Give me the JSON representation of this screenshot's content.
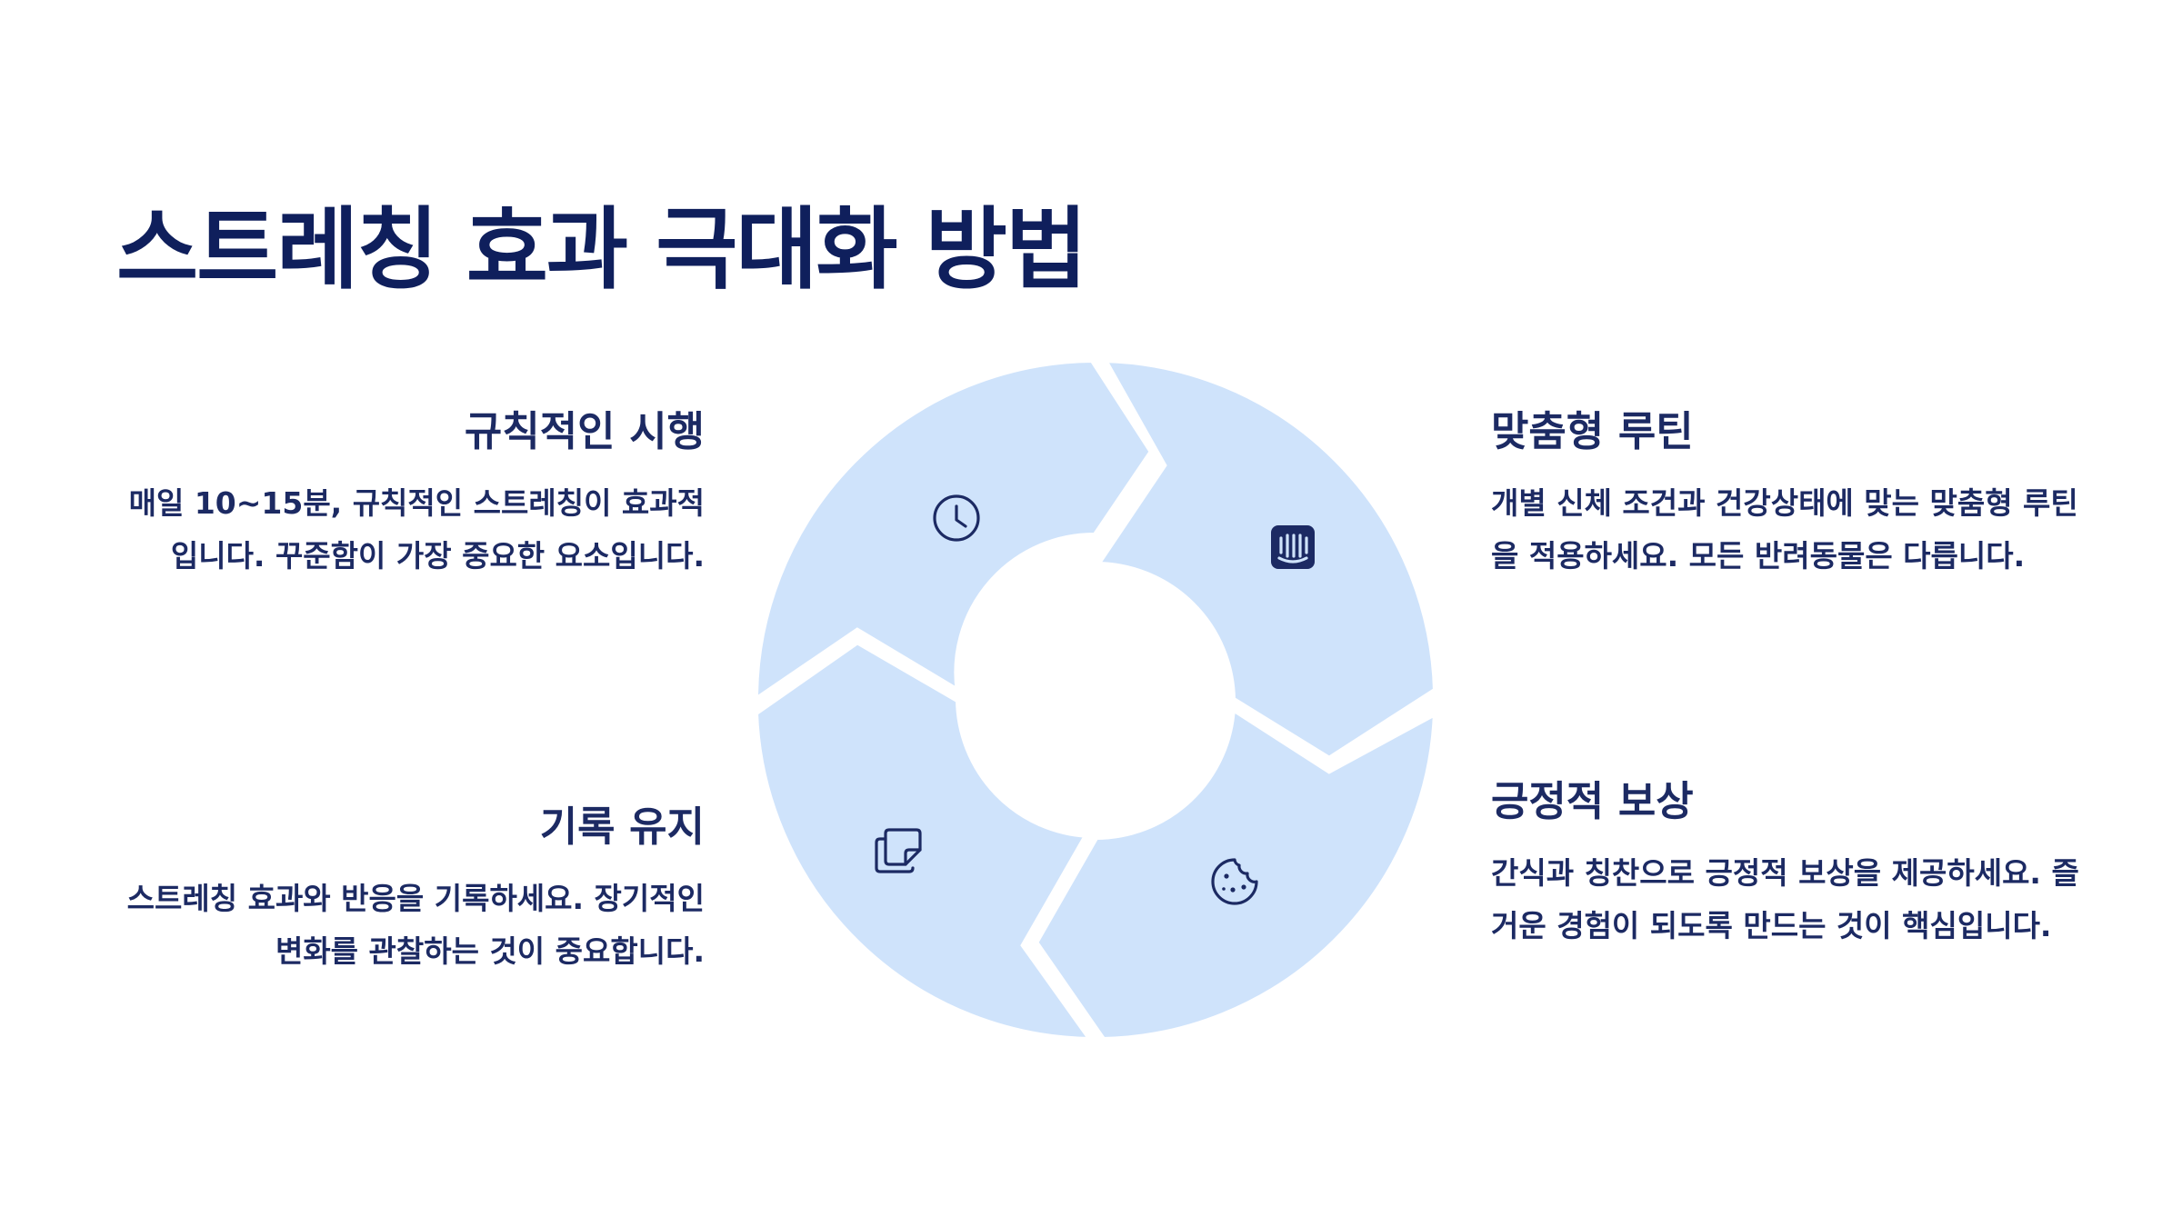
{
  "title": "스트레칭 효과 극대화 방법",
  "colors": {
    "segment_fill": "#cfe3fb",
    "text": "#1c2a63",
    "title": "#0f1f5c"
  },
  "steps": [
    {
      "title": "규칙적인 시행",
      "description": "매일 10~15분, 규칙적인 스트레칭이 효과적입니다. 꾸준함이 가장 중요한 요소입니다.",
      "icon": "clock-icon"
    },
    {
      "title": "맞춤형 루틴",
      "description": "개별 신체 조건과 건강상태에 맞는 맞춤형 루틴을 적용하세요. 모든 반려동물은 다릅니다.",
      "icon": "chat-icon"
    },
    {
      "title": "긍정적 보상",
      "description": "간식과 칭찬으로 긍정적 보상을 제공하세요. 즐거운 경험이 되도록 만드는 것이 핵심입니다.",
      "icon": "cookie-icon"
    },
    {
      "title": "기록 유지",
      "description": "스트레칭 효과와 반응을 기록하세요. 장기적인 변화를 관찰하는 것이 중요합니다.",
      "icon": "notes-icon"
    }
  ]
}
